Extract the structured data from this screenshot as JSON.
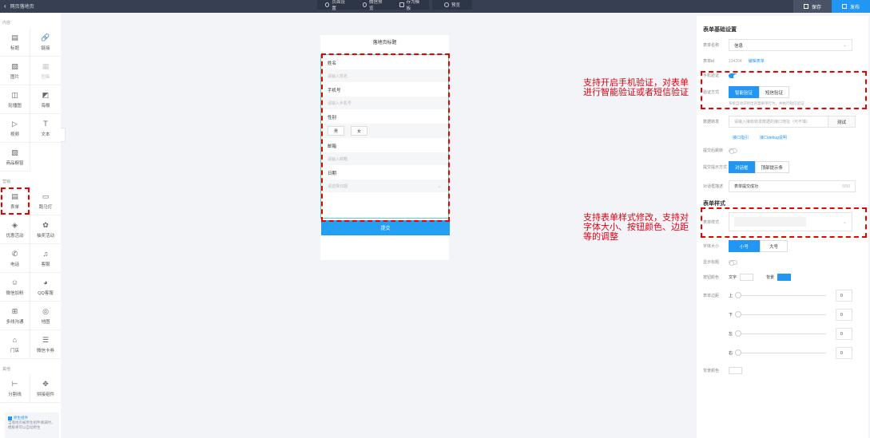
{
  "topbar": {
    "back_label": "网页落地页",
    "actions": [
      {
        "icon": "gear-icon",
        "label": "页面设置"
      },
      {
        "icon": "share-icon",
        "label": "微信预览"
      },
      {
        "icon": "template-icon",
        "label": "存为模板"
      }
    ],
    "preview_label": "预览",
    "save_label": "保存",
    "publish_label": "发布"
  },
  "sidebar": {
    "sections": [
      {
        "title": "内容",
        "items": [
          {
            "icon": "title-icon",
            "glyph": "▤",
            "label": "标题"
          },
          {
            "icon": "link-icon",
            "glyph": "🔗",
            "label": "链接"
          },
          {
            "icon": "image-icon",
            "glyph": "▨",
            "label": "图片"
          },
          {
            "icon": "group-icon",
            "glyph": "▦",
            "label": "图集",
            "disabled": true
          },
          {
            "icon": "carousel-icon",
            "glyph": "◫",
            "label": "轮播图"
          },
          {
            "icon": "poster-icon",
            "glyph": "◩",
            "label": "海报"
          },
          {
            "icon": "video-icon",
            "glyph": "▷",
            "label": "视频"
          },
          {
            "icon": "text-icon",
            "glyph": "T",
            "label": "文本"
          },
          {
            "icon": "product-icon",
            "glyph": "▨",
            "label": "商品橱窗"
          }
        ]
      },
      {
        "title": "营销",
        "items": [
          {
            "icon": "form-icon",
            "glyph": "▤",
            "label": "表单",
            "highlight": true
          },
          {
            "icon": "marquee-icon",
            "glyph": "▭",
            "label": "跑马灯"
          },
          {
            "icon": "coupon-icon",
            "glyph": "◈",
            "label": "优惠活动"
          },
          {
            "icon": "lottery-icon",
            "glyph": "✿",
            "label": "抽奖活动"
          },
          {
            "icon": "phone-icon",
            "glyph": "✆",
            "label": "电话"
          },
          {
            "icon": "headset-icon",
            "glyph": "♫",
            "label": "客服"
          },
          {
            "icon": "wechat-add-icon",
            "glyph": "☺",
            "label": "微信加粉"
          },
          {
            "icon": "qq-icon",
            "glyph": "◕",
            "label": "QQ客服"
          },
          {
            "icon": "multi-channel-icon",
            "glyph": "⊞",
            "label": "多线沟通"
          },
          {
            "icon": "map-pin-icon",
            "glyph": "◎",
            "label": "地图"
          },
          {
            "icon": "store-icon",
            "glyph": "⌂",
            "label": "门店"
          },
          {
            "icon": "wechat-card-icon",
            "glyph": "☰",
            "label": "微信卡券"
          }
        ]
      },
      {
        "title": "其他",
        "items": [
          {
            "icon": "divider-icon",
            "glyph": "⊢",
            "label": "分割线"
          },
          {
            "icon": "puzzle-icon",
            "glyph": "✥",
            "label": "拼接组件"
          }
        ]
      }
    ],
    "tip": {
      "title": "原生组件",
      "text": "当落地页被原生组件填满时，模板将可以自动原生"
    }
  },
  "phone": {
    "title": "落地页标题",
    "fields": [
      {
        "label": "姓名",
        "placeholder": "请输入姓名"
      },
      {
        "label": "手机号",
        "placeholder": "请输入手机号"
      },
      {
        "label": "性别",
        "options": [
          "男",
          "女"
        ]
      },
      {
        "label": "邮箱",
        "placeholder": "请输入邮箱"
      },
      {
        "label": "日期",
        "placeholder": "请选择日期"
      }
    ],
    "submit_label": "提交"
  },
  "annotations": [
    {
      "text": "支持开启手机验证，对表单进行智能验证或者短信验证"
    },
    {
      "text": "支持表单样式修改，支持对字体大小、按钮颜色、边距等的调整"
    }
  ],
  "rpanel": {
    "basic_title": "表单基础设置",
    "form_name_label": "表单名称",
    "form_name_value": "信息",
    "form_id_label": "表单id",
    "form_id_value": "134204",
    "edit_form_link": "编辑表单",
    "phone_verify_label": "手机验证",
    "phone_verify_on": true,
    "verify_method_label": "验证方式",
    "verify_methods": [
      "智能验证",
      "短信验证"
    ],
    "verify_method_active": 0,
    "verify_hint": "系统自动识别出恶意刷单行为，并执行短信验证",
    "data_forward_label": "数据转发",
    "data_forward_placeholder": "请输入接收转发数据的接口地址（可不填）",
    "test_label": "测试",
    "api_guide_link": "接口指引",
    "api_debug_link": "接口debug说明",
    "submit_redirect_label": "提交后跳转",
    "submit_redirect_on": false,
    "submit_tip_label": "提交提示方式",
    "submit_tip_options": [
      "对话框",
      "顶部提示条"
    ],
    "submit_tip_active": 0,
    "dialog_desc_label": "对话框描述",
    "dialog_desc_value": "表单提交成功",
    "dialog_desc_count": "6/50",
    "style_title": "表单样式",
    "form_style_label": "表单样式",
    "font_size_label": "字体大小",
    "font_sizes": [
      "小号",
      "大号"
    ],
    "font_size_active": 0,
    "show_title_label": "显示标题",
    "show_title_on": false,
    "button_color_label": "按钮颜色",
    "button_text_label": "文字",
    "button_text_color": "#ffffff",
    "button_bg_label": "背景",
    "button_bg_color": "#2196f3",
    "margin_label": "表单边距",
    "margins": [
      {
        "side": "上",
        "value": "0"
      },
      {
        "side": "下",
        "value": "0"
      },
      {
        "side": "左",
        "value": "0"
      },
      {
        "side": "右",
        "value": "0"
      }
    ],
    "bg_color_label": "背景颜色",
    "bg_color": "#ffffff"
  }
}
